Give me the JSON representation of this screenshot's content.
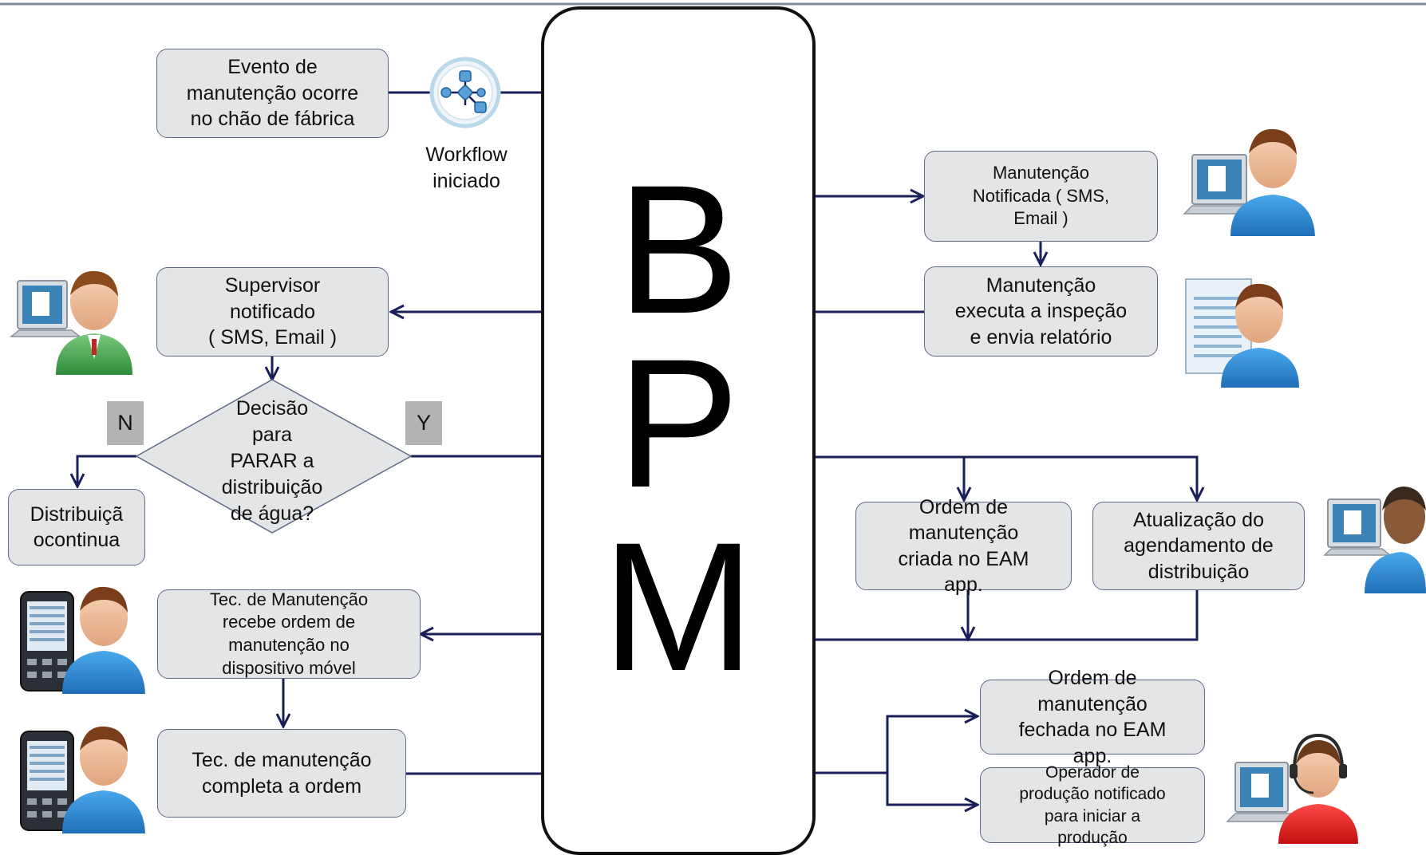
{
  "center": {
    "letters": [
      "B",
      "P",
      "M"
    ]
  },
  "nodes": {
    "event": "Evento de\nmanutenção ocorre\nno chão de fábrica",
    "workflow": "Workflow\niniciado",
    "supervisor": "Supervisor\nnotificado\n( SMS, Email )",
    "decision": "Decisão\npara\nPARAR  a\ndistribuição\nde água?",
    "continue": "Distribuiçã\nocontinua",
    "tech_receive": "Tec. de Manutenção\nrecebe ordem de\nmanutenção no\ndispositivo móvel",
    "tech_complete": "Tec. de manutenção\ncompleta a ordem",
    "maint_notified": "Manutenção\nNotificada    ( SMS,\nEmail )",
    "maint_inspect": "Manutenção\nexecuta a inspeção\ne envia relatório",
    "order_created": "Ordem de\nmanutenção\ncriada no EAM\napp.",
    "schedule_update": "Atualização do\nagendamento de\ndistribuição",
    "order_closed": "Ordem de\nmanutenção\nfechada no EAM\napp.",
    "operator_notified": "Operador de\nprodução notificado\npara iniciar a\nprodução"
  },
  "labels": {
    "no": "N",
    "yes": "Y"
  },
  "colors": {
    "connector": "#1a1f5a",
    "node_fill": "#e4e5e7",
    "node_border": "#5f6a86",
    "tag_fill": "#b4b4b4",
    "user_blue": "#2f8fd8",
    "user_red": "#e01e1e",
    "user_green": "#3aa24a"
  },
  "icons": {
    "workflow": "workflow-icon",
    "supervisor": "user-laptop-icon",
    "technician": "user-mobile-icon",
    "maintenance": "user-laptop-icon",
    "inspector": "user-document-icon",
    "scheduler": "user-laptop-icon",
    "operator": "user-headset-laptop-icon"
  }
}
